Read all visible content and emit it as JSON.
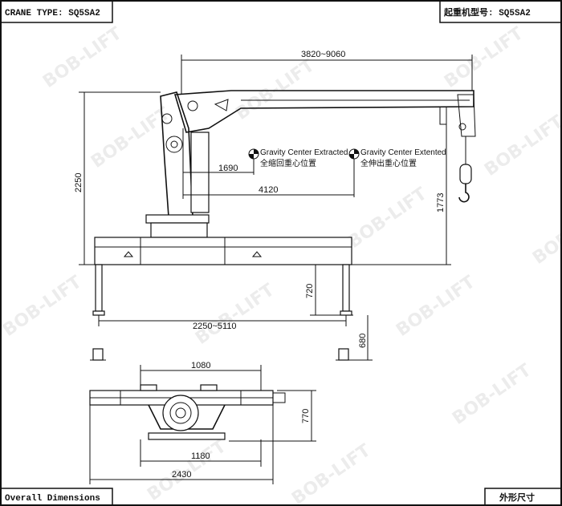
{
  "header": {
    "left_title": "CRANE TYPE: SQ5SA2",
    "right_title": "起重机型号: SQ5SA2"
  },
  "footer": {
    "left_title": "Overall Dimensions",
    "right_title": "外形尺寸"
  },
  "watermark": "BOB-LIFT",
  "gravity_centers": [
    {
      "label": "Gravity Center Extracted",
      "label_cn": "全缩回重心位置"
    },
    {
      "label": "Gravity Center Extented",
      "label_cn": "全伸出重心位置"
    }
  ],
  "dimensions": {
    "boom_reach": "3820~9060",
    "gc_retracted": "1690",
    "gc_extended": "4120",
    "height_total": "2250",
    "boom_tip_height": "1773",
    "outrigger_leg": "720",
    "outrigger_span": "2250~5110",
    "foot_height": "680",
    "plan_top_width": "1080",
    "plan_height": "770",
    "plan_bottom_width": "1180",
    "plan_total_length": "2430"
  }
}
